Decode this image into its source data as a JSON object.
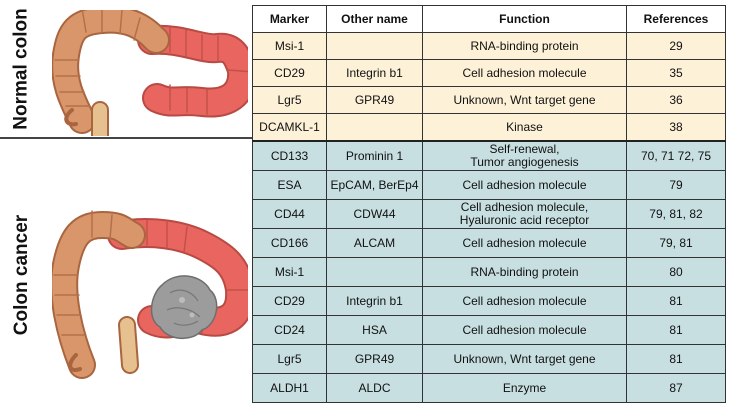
{
  "sections": {
    "normal_label": "Normal colon",
    "cancer_label": "Colon cancer"
  },
  "table": {
    "headers": [
      "Marker",
      "Other name",
      "Function",
      "References"
    ],
    "normal_rows": [
      [
        "Msi-1",
        "",
        "RNA-binding protein",
        "29"
      ],
      [
        "CD29",
        "Integrin b1",
        "Cell adhesion molecule",
        "35"
      ],
      [
        "Lgr5",
        "GPR49",
        "Unknown, Wnt target gene",
        "36"
      ],
      [
        "DCAMKL-1",
        "",
        "Kinase",
        "38"
      ]
    ],
    "cancer_rows": [
      [
        "CD133",
        "Prominin 1",
        "Self-renewal,\nTumor angiogenesis",
        "70, 71 72, 75"
      ],
      [
        "ESA",
        "EpCAM, BerEp4",
        "Cell adhesion molecule",
        "79"
      ],
      [
        "CD44",
        "CDW44",
        "Cell adhesion molecule,\nHyaluronic acid receptor",
        "79, 81, 82"
      ],
      [
        "CD166",
        "ALCAM",
        "Cell adhesion molecule",
        "79, 81"
      ],
      [
        "Msi-1",
        "",
        "RNA-binding protein",
        "80"
      ],
      [
        "CD29",
        "Integrin b1",
        "Cell adhesion molecule",
        "81"
      ],
      [
        "CD24",
        "HSA",
        "Cell adhesion molecule",
        "81"
      ],
      [
        "Lgr5",
        "GPR49",
        "Unknown, Wnt target gene",
        "81"
      ],
      [
        "ALDH1",
        "ALDC",
        "Enzyme",
        "87"
      ]
    ]
  },
  "colors": {
    "normal_row_bg": "#fdf1d8",
    "cancer_row_bg": "#c8dfe1",
    "colon_tan": "#d9966a",
    "colon_red": "#e8665f",
    "tumor_gray": "#9c9c9c"
  }
}
